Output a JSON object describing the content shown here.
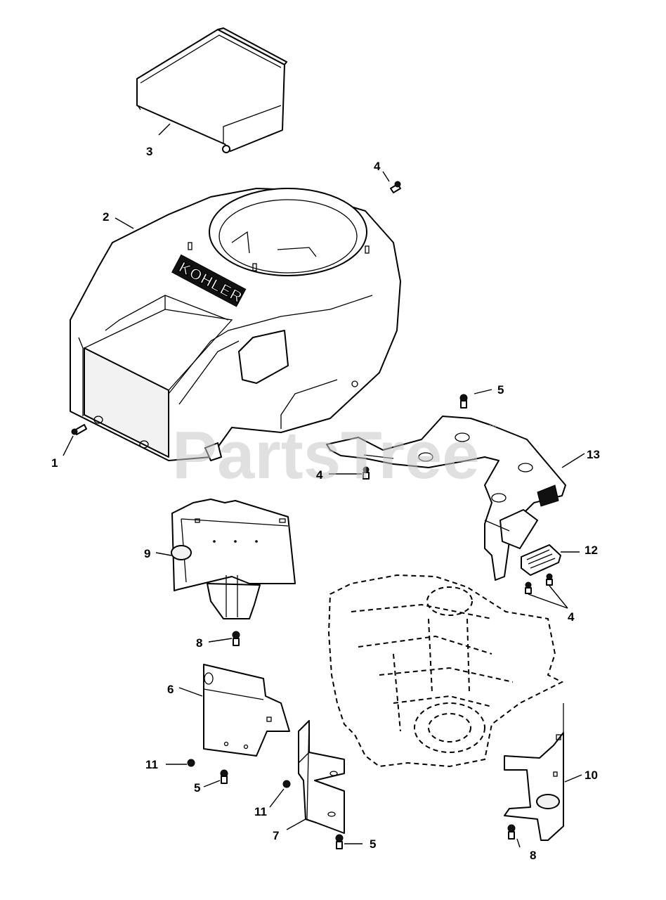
{
  "watermark": {
    "text": "PartsTree",
    "trademark": "™"
  },
  "logo": {
    "text": "KOHLER"
  },
  "callouts": {
    "c1": "1",
    "c2": "2",
    "c3": "3",
    "c4a": "4",
    "c4b": "4",
    "c4c": "4",
    "c5a": "5",
    "c5b": "5",
    "c5c": "5",
    "c6": "6",
    "c7": "7",
    "c8a": "8",
    "c8b": "8",
    "c9": "9",
    "c10": "10",
    "c11a": "11",
    "c11b": "11",
    "c12": "12",
    "c13": "13"
  }
}
